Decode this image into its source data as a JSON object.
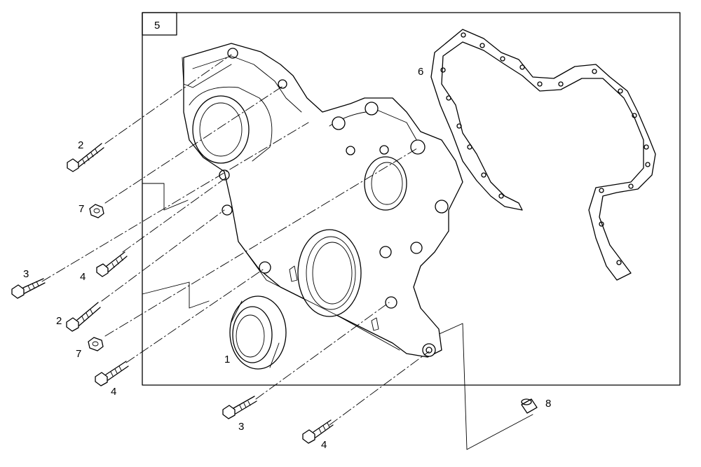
{
  "diagram": {
    "frame_label": "5",
    "callouts": [
      {
        "id": "c1",
        "text": "1"
      },
      {
        "id": "c2a",
        "text": "2"
      },
      {
        "id": "c2b",
        "text": "2"
      },
      {
        "id": "c3a",
        "text": "3"
      },
      {
        "id": "c3b",
        "text": "3"
      },
      {
        "id": "c4a",
        "text": "4"
      },
      {
        "id": "c4b",
        "text": "4"
      },
      {
        "id": "c4c",
        "text": "4"
      },
      {
        "id": "c6",
        "text": "6"
      },
      {
        "id": "c7a",
        "text": "7"
      },
      {
        "id": "c7b",
        "text": "7"
      },
      {
        "id": "c8",
        "text": "8"
      }
    ]
  }
}
